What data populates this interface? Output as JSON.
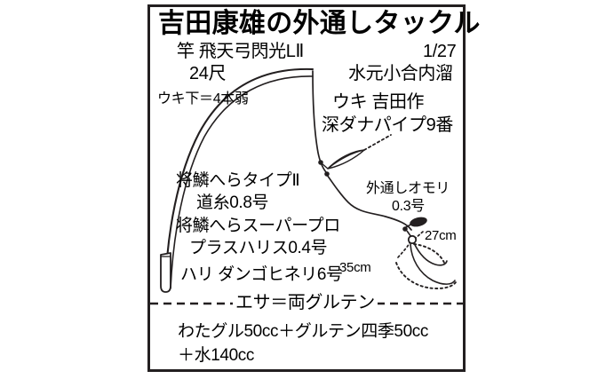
{
  "figure": {
    "title": "吉田康雄の外通しタックル",
    "rod": {
      "label": "竿  飛天弓閃光LⅡ",
      "length": "24尺"
    },
    "depth_note": "ウキ下＝4本弱",
    "date": "1/27",
    "place": "水元小合内溜",
    "float": {
      "maker": "ウキ  吉田作",
      "model": "深ダナパイプ9番"
    },
    "mainline": {
      "brand": "将鱗へらタイプⅡ",
      "size": "道糸0.8号"
    },
    "hooklink": {
      "brand": "将鱗へらスーパープロ",
      "size": "プラスハリス0.4号"
    },
    "hook": "ハリ  ダンゴヒネリ6号",
    "sinker": {
      "name": "外通しオモリ",
      "size": "0.3号"
    },
    "dimensions": {
      "upper_hook": "27cm",
      "lower_hook": "35cm"
    },
    "bait": {
      "heading": "エサ＝両グルテン",
      "recipe_line1": "わたグル50cc＋グルテン四季50cc",
      "recipe_line2": "＋水140cc"
    },
    "colors": {
      "ink": "#231f20",
      "background": "#ffffff"
    }
  }
}
